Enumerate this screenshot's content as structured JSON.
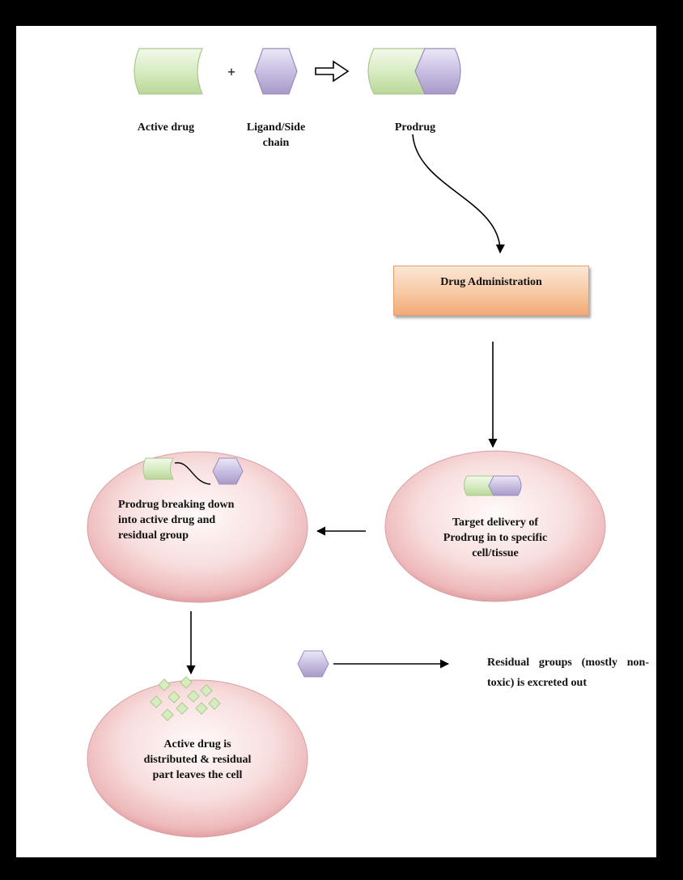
{
  "top_row": {
    "active_drug_label": "Active drug",
    "plus_sign": "+",
    "ligand_label_line1": "Ligand/Side",
    "ligand_label_line2": "chain",
    "prodrug_label": "Prodrug"
  },
  "administration_box": {
    "label": "Drug Administration"
  },
  "target_delivery": {
    "line1": "Target delivery of",
    "line2": "Prodrug in to specific",
    "line3": "cell/tissue"
  },
  "breaking_down": {
    "line1": "Prodrug breaking down",
    "line2": "into active drug and",
    "line3": "residual group"
  },
  "distribution": {
    "line1": "Active drug is",
    "line2": "distributed & residual",
    "line3": "part leaves the cell"
  },
  "residual_note": {
    "text": "Residual groups (mostly non-toxic) is excreted out"
  },
  "colors": {
    "drug_green": "#d8ecc2",
    "ligand_purple": "#c9bfe2",
    "box_orange": "#f7c9a3",
    "cell_pink": "#f4cccc"
  }
}
